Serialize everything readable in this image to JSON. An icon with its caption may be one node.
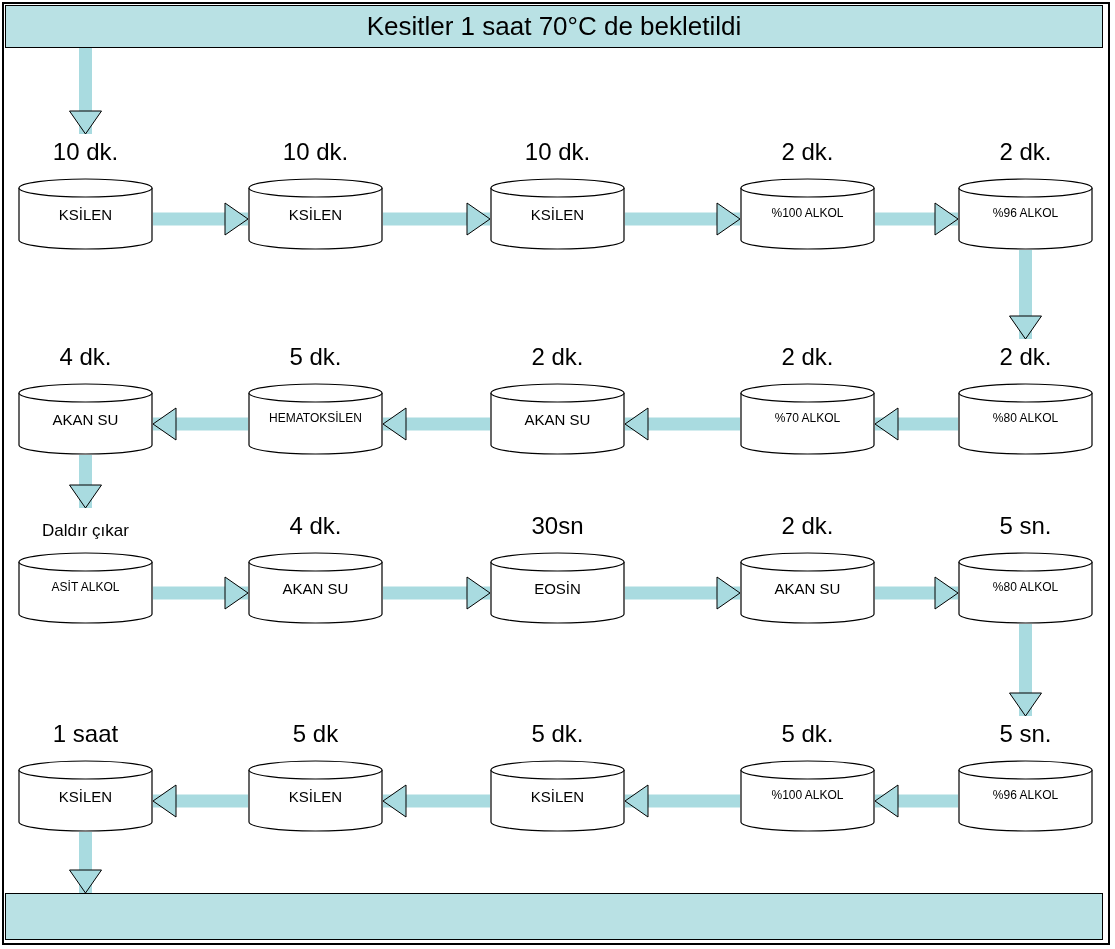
{
  "diagram": {
    "nodes": [
      {
        "text": [
          "Kesitler 1 saat 70°C de bekletildi"
        ]
      },
      {
        "text": [
          "KSİLEN"
        ],
        "beside": [
          "10 dk."
        ]
      },
      {
        "text": [
          "KSİLEN"
        ],
        "beside": [
          "10 dk."
        ]
      },
      {
        "text": [
          "KSİLEN"
        ],
        "beside": [
          "10 dk."
        ]
      },
      {
        "text": [
          "%100 ALKOL"
        ],
        "beside": [
          "2 dk."
        ]
      },
      {
        "text": [
          "%96 ALKOL"
        ],
        "beside": [
          "2 dk."
        ]
      },
      {
        "text": [
          "AKAN SU"
        ],
        "beside": [
          "4 dk."
        ]
      },
      {
        "text": [
          "HEMATOKSİLEN"
        ],
        "beside": [
          "5 dk."
        ]
      },
      {
        "text": [
          "AKAN SU"
        ],
        "beside": [
          "2 dk."
        ]
      },
      {
        "text": [
          "%70 ALKOL"
        ],
        "beside": [
          "2 dk."
        ]
      },
      {
        "text": [
          "%80 ALKOL"
        ],
        "beside": [
          "2 dk."
        ]
      },
      {
        "text": [
          "ASİT ALKOL"
        ],
        "beside": [
          "Daldır çıkar"
        ]
      },
      {
        "text": [
          "AKAN SU"
        ],
        "beside": [
          "4 dk."
        ]
      },
      {
        "text": [
          "EOSİN"
        ],
        "beside": [
          "30sn"
        ]
      },
      {
        "text": [
          "AKAN SU"
        ],
        "beside": [
          "2 dk."
        ]
      },
      {
        "text": [
          "%80 ALKOL"
        ],
        "beside": [
          "5 sn."
        ]
      },
      {
        "text": [
          "KSİLEN"
        ],
        "beside": [
          "1 saat"
        ]
      },
      {
        "text": [
          "KSİLEN"
        ],
        "beside": [
          "5 dk"
        ]
      },
      {
        "text": [
          "KSİLEN"
        ],
        "beside": [
          "5 dk."
        ]
      },
      {
        "text": [
          "%100 ALKOL"
        ],
        "beside": [
          "5 dk."
        ]
      },
      {
        "text": [
          "%96 ALKOL"
        ],
        "beside": [
          "5 sn."
        ]
      },
      {
        "text": [],
        "shape": "box"
      }
    ],
    "edges": [
      {
        "from": 0,
        "to": 1,
        "arrow": "to"
      },
      {
        "from": 1,
        "to": 2,
        "arrow": "to"
      },
      {
        "from": 2,
        "to": 3,
        "arrow": "to"
      },
      {
        "from": 3,
        "to": 4,
        "arrow": "to"
      },
      {
        "from": 4,
        "to": 5,
        "arrow": "to"
      },
      {
        "from": 5,
        "to": 10,
        "arrow": "to"
      },
      {
        "from": 10,
        "to": 9,
        "arrow": "to"
      },
      {
        "from": 9,
        "to": 8,
        "arrow": "to"
      },
      {
        "from": 8,
        "to": 7,
        "arrow": "to"
      },
      {
        "from": 7,
        "to": 6,
        "arrow": "to"
      },
      {
        "from": 6,
        "to": 11,
        "arrow": "to"
      },
      {
        "from": 11,
        "to": 12,
        "arrow": "to"
      },
      {
        "from": 12,
        "to": 13,
        "arrow": "to"
      },
      {
        "from": 13,
        "to": 14,
        "arrow": "to"
      },
      {
        "from": 14,
        "to": 15,
        "arrow": "to"
      },
      {
        "from": 15,
        "to": 20,
        "arrow": "to"
      },
      {
        "from": 20,
        "to": 19,
        "arrow": "to"
      },
      {
        "from": 19,
        "to": 18,
        "arrow": "to"
      },
      {
        "from": 18,
        "to": 17,
        "arrow": "to"
      },
      {
        "from": 17,
        "to": 16,
        "arrow": "to"
      },
      {
        "from": 16,
        "to": 21,
        "arrow": "to"
      }
    ]
  }
}
